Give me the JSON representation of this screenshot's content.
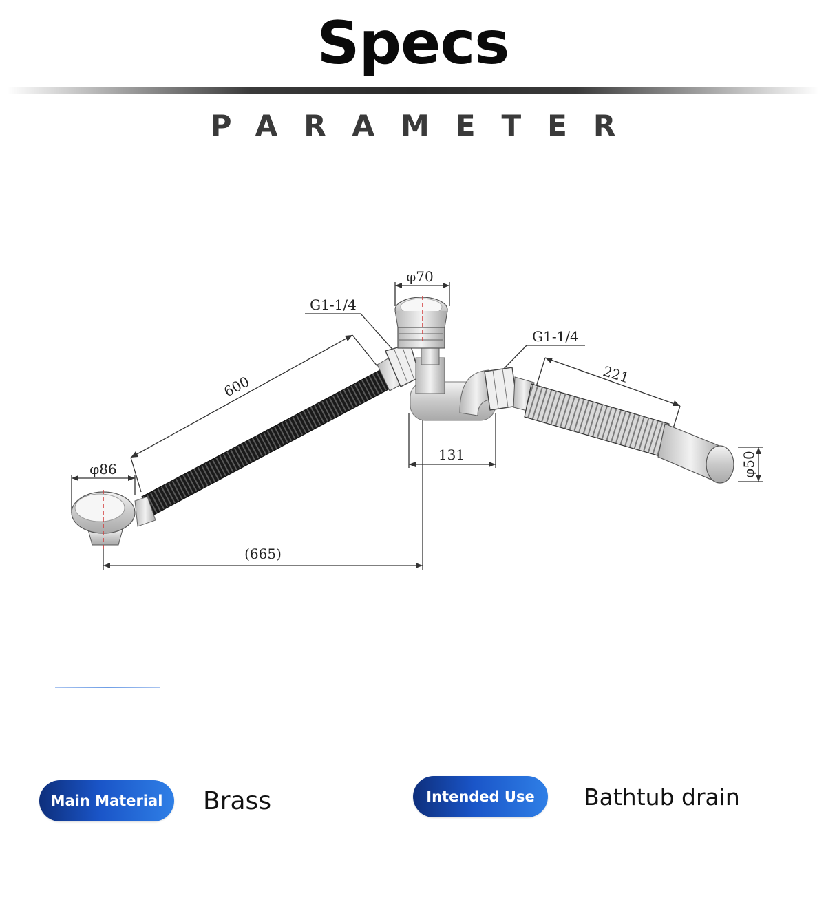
{
  "header": {
    "title": "Specs",
    "subtitle": "PARAMETER"
  },
  "diagram": {
    "dimensions": {
      "drain_diameter": "φ70",
      "left_thread": "G1-1/4",
      "right_thread": "G1-1/4",
      "overflow_hose_length": "600",
      "outlet_hose_length": "221",
      "overflow_diameter": "φ86",
      "trap_offset": "131",
      "total_span": "(665)",
      "outlet_diameter": "φ50"
    }
  },
  "specs": [
    {
      "label": "Main Material",
      "value": "Brass"
    },
    {
      "label": "Intended Use",
      "value": "Bathtub drain"
    }
  ],
  "colors": {
    "pill_start": "#0e2f7c",
    "pill_end": "#2f7fe6",
    "centerline": "#d23a3a"
  }
}
